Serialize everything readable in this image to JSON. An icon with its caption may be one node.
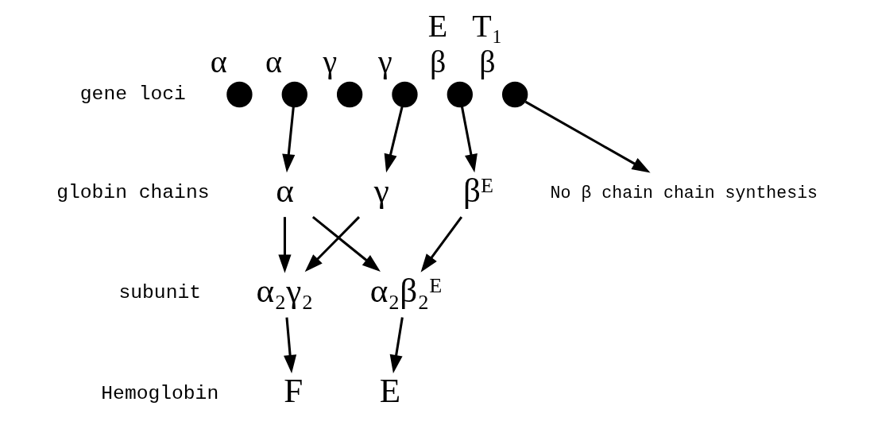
{
  "diagram": {
    "nodes": [
      {
        "text": [
          "α"
        ]
      },
      {
        "text": [
          "α"
        ]
      },
      {
        "text": [
          "γ"
        ]
      },
      {
        "text": [
          "γ"
        ]
      },
      {
        "text": [
          "β"
        ],
        "beside": [
          "E"
        ]
      },
      {
        "text": [
          "β"
        ],
        "beside": [
          "T₁"
        ]
      },
      {
        "text": [
          "α"
        ]
      },
      {
        "text": [
          "γ"
        ]
      },
      {
        "text": [
          "βᴱ"
        ]
      },
      {
        "text": [
          "No β chain chain synthesis"
        ]
      },
      {
        "text": [
          "α₂γ₂"
        ]
      },
      {
        "text": [
          "α₂β₂ᴱ"
        ]
      },
      {
        "text": [
          "F"
        ]
      },
      {
        "text": [
          "E"
        ]
      }
    ],
    "edges": [
      {
        "from": 1,
        "to": 6,
        "arrow": "to"
      },
      {
        "from": 3,
        "to": 7,
        "arrow": "to"
      },
      {
        "from": 4,
        "to": 8,
        "arrow": "to"
      },
      {
        "from": 5,
        "to": 9,
        "arrow": "to"
      },
      {
        "from": 6,
        "to": 10,
        "arrow": "to"
      },
      {
        "from": 7,
        "to": 10,
        "arrow": "to"
      },
      {
        "from": 6,
        "to": 11,
        "arrow": "to"
      },
      {
        "from": 8,
        "to": 11,
        "arrow": "to"
      },
      {
        "from": 10,
        "to": 12,
        "arrow": "to"
      },
      {
        "from": 11,
        "to": 13,
        "arrow": "to"
      }
    ],
    "labels": [
      "gene loci",
      "globin chains",
      "subunit",
      "Hemoglobin"
    ]
  }
}
